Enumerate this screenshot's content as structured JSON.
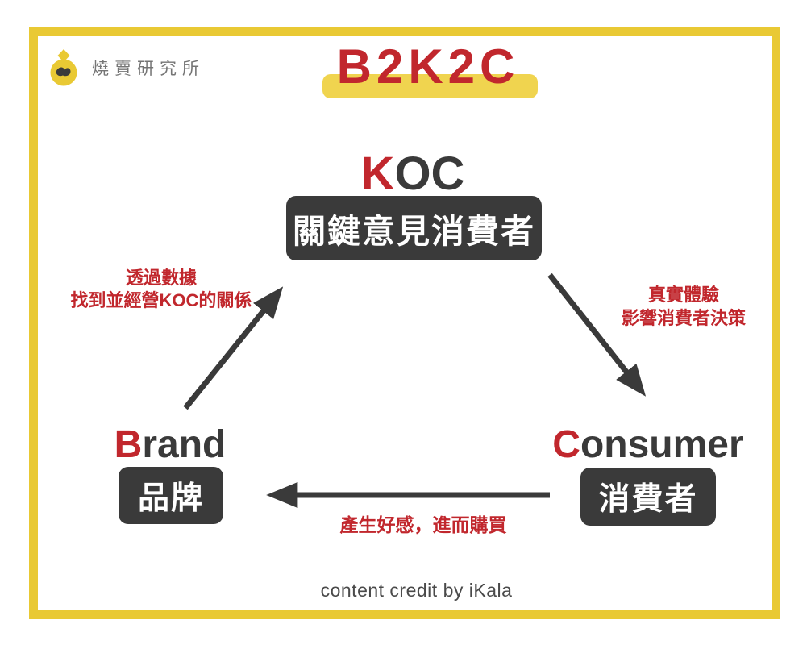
{
  "logo": {
    "brand_name": "燒賣研究所"
  },
  "title": {
    "text": "B2K2C"
  },
  "nodes": {
    "koc": {
      "heading_accent": "K",
      "heading_rest": "OC",
      "box_label": "關鍵意見消費者"
    },
    "brand": {
      "heading_accent": "B",
      "heading_rest": "rand",
      "box_label": "品牌"
    },
    "consumer": {
      "heading_accent": "C",
      "heading_rest": "onsumer",
      "box_label": "消費者"
    }
  },
  "edges": {
    "brand_to_koc": {
      "label_line1": "透過數據",
      "label_line2": "找到並經營KOC的關係"
    },
    "koc_to_consumer": {
      "label_line1": "真實體驗",
      "label_line2": "影響消費者決策"
    },
    "consumer_to_brand": {
      "label": "產生好感，進而購買"
    }
  },
  "footer": {
    "credit": "content credit by iKala"
  },
  "colors": {
    "accent_red": "#C1272D",
    "dark": "#3A3A3A",
    "frame_yellow": "#E9C934",
    "highlight_yellow": "#F0D44F",
    "logo_gray": "#757575"
  }
}
